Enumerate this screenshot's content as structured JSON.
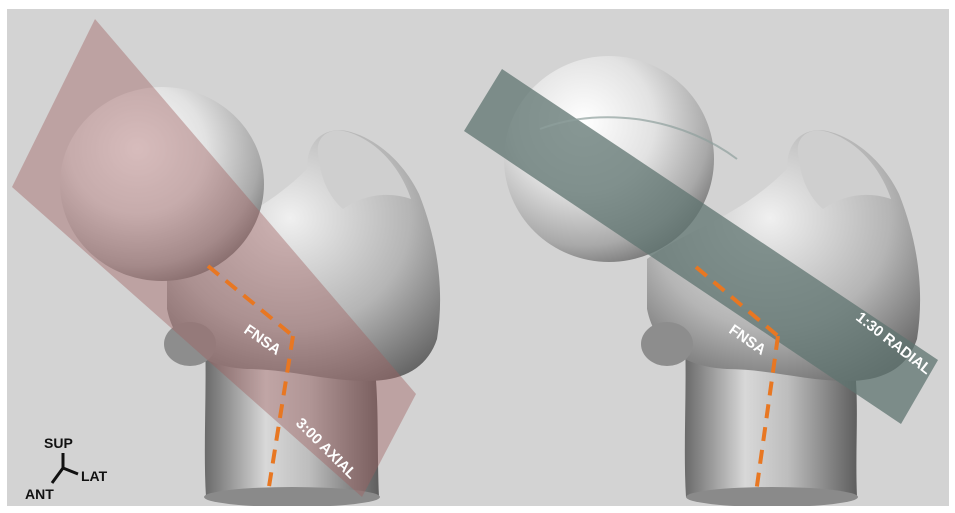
{
  "panels": [
    {
      "name": "left",
      "angle_label": "FNSA",
      "plane_label": "3:00 AXIAL",
      "plane_color": "#a06060"
    },
    {
      "name": "right",
      "angle_label": "FNSA",
      "plane_label": "1:30 RADIAL",
      "plane_color": "#5f7470"
    }
  ],
  "axes": {
    "up": "SUP",
    "right": "LAT",
    "down_left": "ANT"
  },
  "colors": {
    "background": "#d3d3d3",
    "bone": "#bdbdbd",
    "fnsa_line": "#e87722"
  }
}
